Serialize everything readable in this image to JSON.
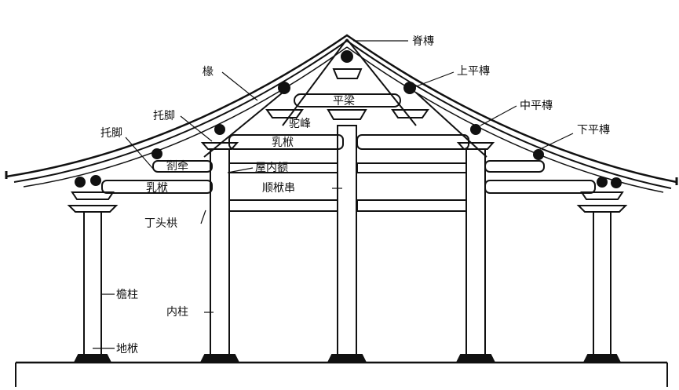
{
  "labels": {
    "ridge_purlin": "脊槫",
    "rafter": "椽",
    "upper_purlin": "上平槫",
    "ping_beam": "平梁",
    "tuo_jiao_upper": "托脚",
    "tuo_jiao_lower": "托脚",
    "middle_purlin": "中平槫",
    "tuo_feng": "驼峰",
    "ru_fu_upper": "乳栿",
    "lower_purlin": "下平槫",
    "zha_qian": "劄牵",
    "wu_nei_e": "屋内额",
    "ru_fu_lower": "乳栿",
    "shun_fu_chuan": "顺栿串",
    "ding_tou_gong": "丁头栱",
    "eave_column": "檐柱",
    "inner_column": "内柱",
    "di_fu": "地栿"
  },
  "colors": {
    "line": "#111111",
    "background": "#ffffff"
  }
}
